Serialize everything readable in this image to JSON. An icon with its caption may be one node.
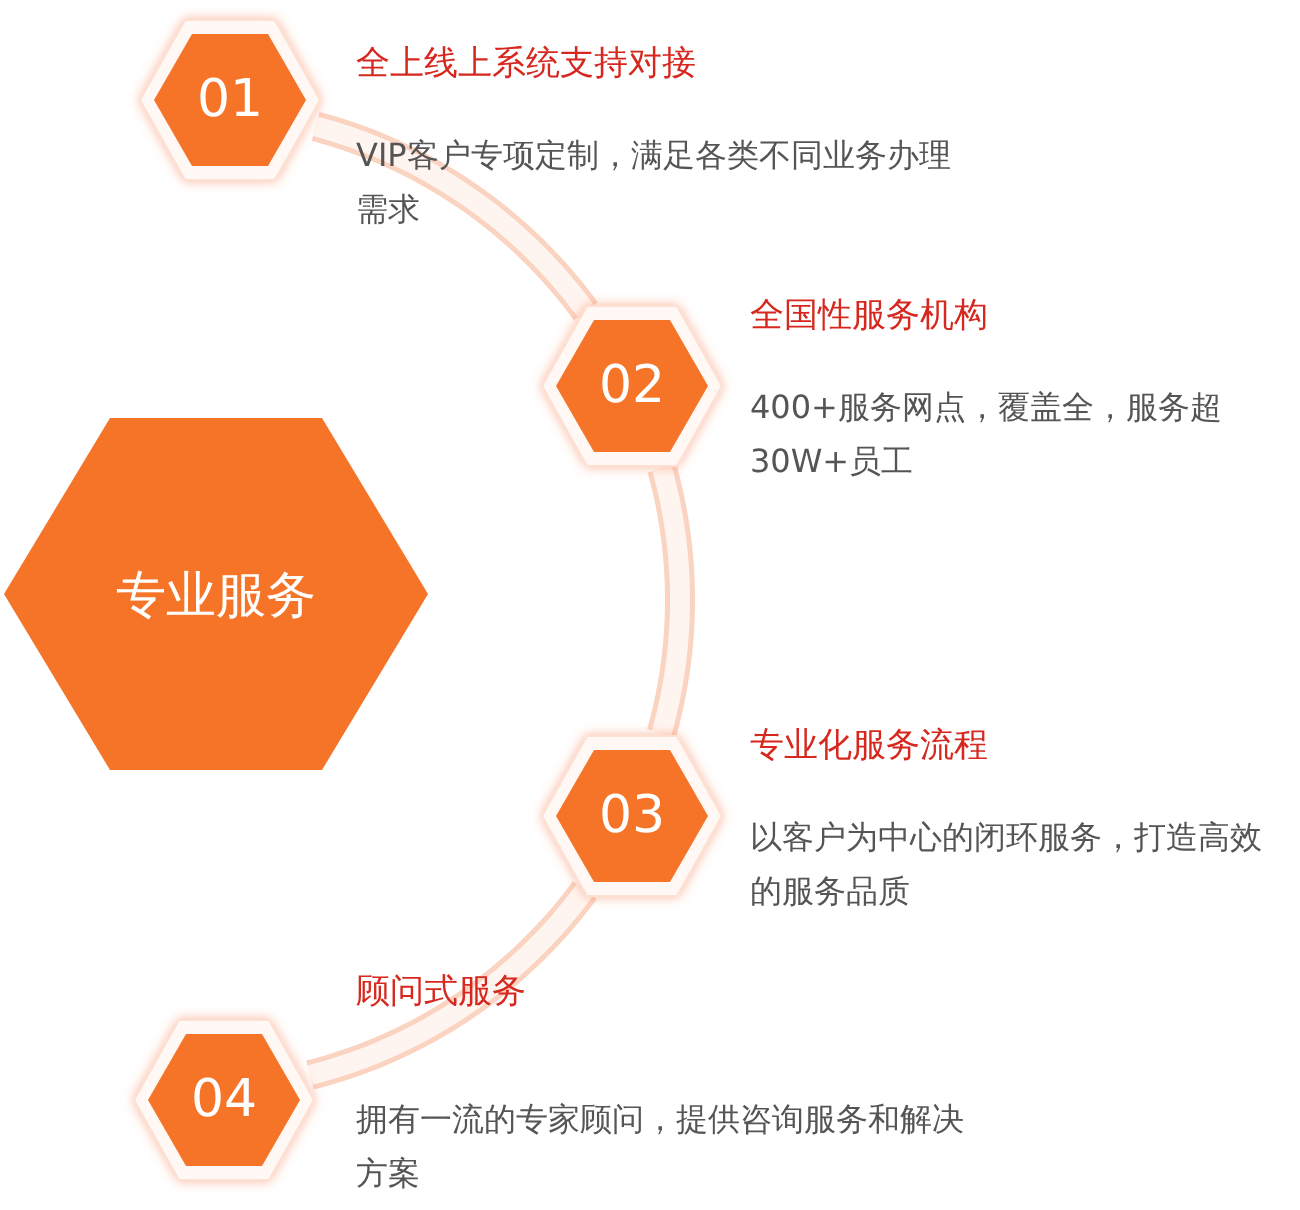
{
  "diagram": {
    "nodes": [
      {
        "text": [
          "专业服务"
        ]
      },
      {
        "text": [
          "01"
        ],
        "beside": [
          "全上线上系统支持对接",
          "VIP客户专项定制，满足各类不同业务办理需求"
        ]
      },
      {
        "text": [
          "02"
        ],
        "beside": [
          "全国性服务机构",
          "400+服务网点，覆盖全，服务超30W+员工"
        ]
      },
      {
        "text": [
          "03"
        ],
        "beside": [
          "专业化服务流程",
          "以客户为中心的闭环服务，打造高效的服务品质"
        ]
      },
      {
        "text": [
          "04"
        ],
        "beside": [
          "顾问式服务",
          "拥有一流的专家顾问，提供咨询服务和解决方案"
        ]
      }
    ],
    "edges": [
      {
        "from": 1,
        "to": 2,
        "arrow": "none"
      },
      {
        "from": 2,
        "to": 3,
        "arrow": "none"
      },
      {
        "from": 3,
        "to": 4,
        "arrow": "none"
      }
    ]
  }
}
